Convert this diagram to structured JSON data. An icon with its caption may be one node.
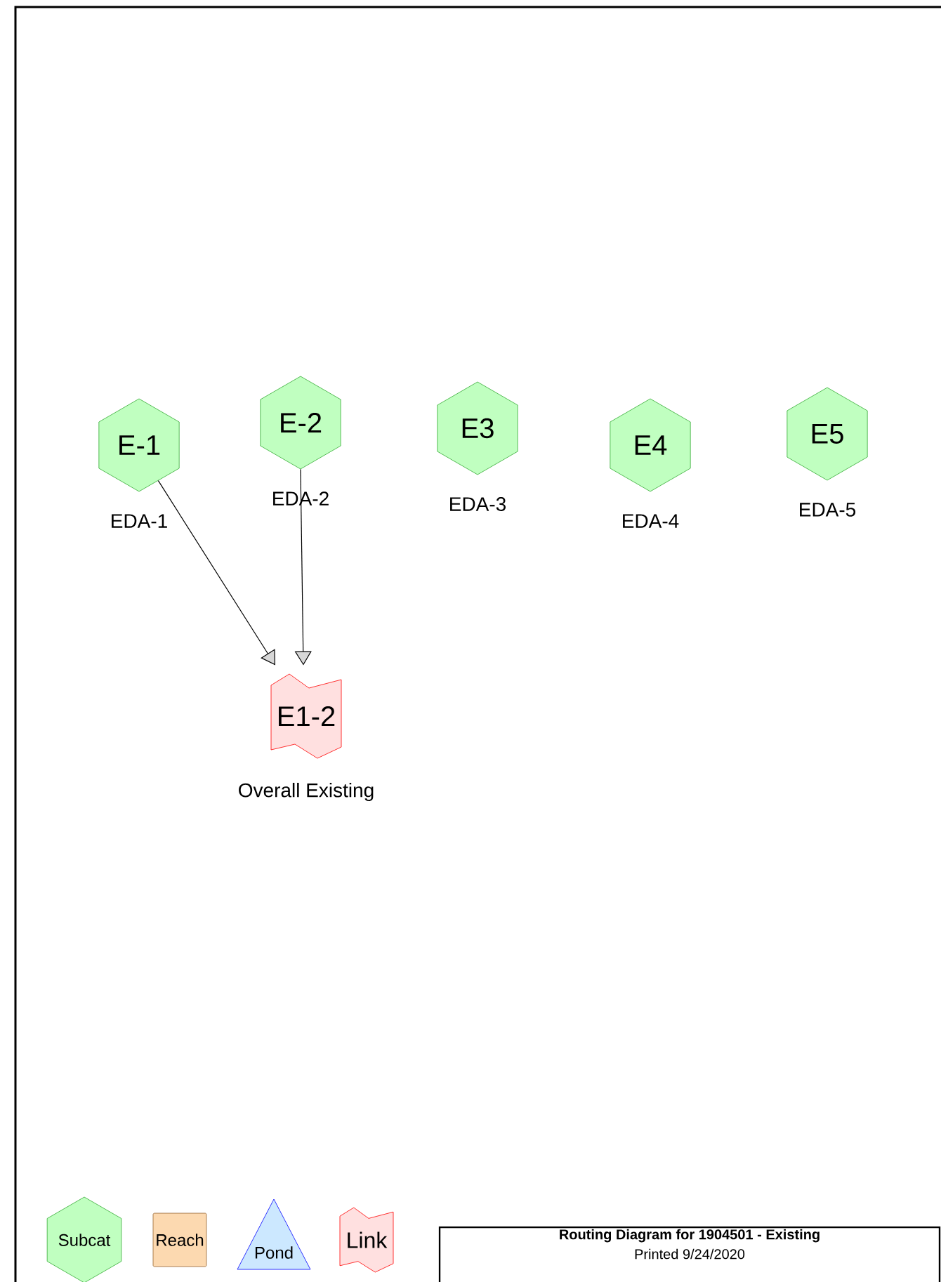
{
  "diagram": {
    "nodes": [
      {
        "text": [
          "E-1"
        ],
        "beside": [
          "EDA-1"
        ]
      },
      {
        "text": [
          "E-2"
        ],
        "beside": [
          "EDA-2"
        ]
      },
      {
        "text": [
          "E3"
        ],
        "beside": [
          "EDA-3"
        ]
      },
      {
        "text": [
          "E4"
        ],
        "beside": [
          "EDA-4"
        ]
      },
      {
        "text": [
          "E5"
        ],
        "beside": [
          "EDA-5"
        ]
      },
      {
        "text": [
          "E1-2"
        ],
        "beside": [
          "Overall Existing"
        ]
      },
      {
        "text": [
          "Subcat"
        ]
      },
      {
        "text": [
          "Reach"
        ]
      },
      {
        "text": [
          "Pond"
        ]
      },
      {
        "text": [
          "Link"
        ]
      },
      {
        "text": [
          "Routing Diagram for 1904501 - Existing",
          "Printed 9/24/2020"
        ]
      }
    ],
    "edges": [
      {
        "from": 0,
        "to": 5,
        "arrow": "to"
      },
      {
        "from": 1,
        "to": 5,
        "arrow": "to"
      }
    ]
  }
}
